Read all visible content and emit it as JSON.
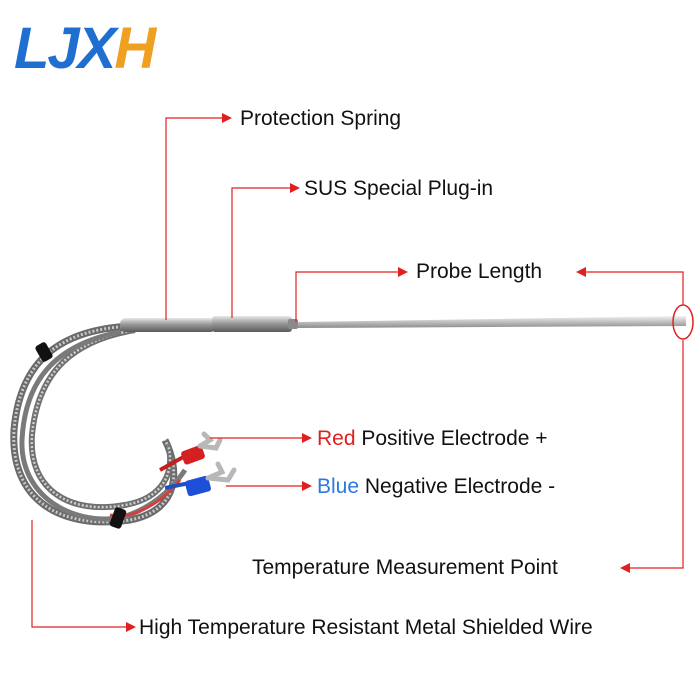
{
  "brand": {
    "logo_main": "LJX",
    "logo_accent": "H"
  },
  "labels": {
    "protection_spring": "Protection Spring",
    "plug_in": "SUS Special Plug-in",
    "probe_length": "Probe Length",
    "positive_word": "Red",
    "positive_rest": " Positive Electrode +",
    "negative_word": "Blue",
    "negative_rest": " Negative Electrode -",
    "measurement_point": "Temperature Measurement Point",
    "shielded_wire": "High Temperature Resistant Metal Shielded Wire"
  },
  "colors": {
    "callout_line": "#e02020",
    "positive": "#e02020",
    "negative": "#2a78e0",
    "logo": "#1f6fd0",
    "logo_accent": "#f0a020"
  }
}
